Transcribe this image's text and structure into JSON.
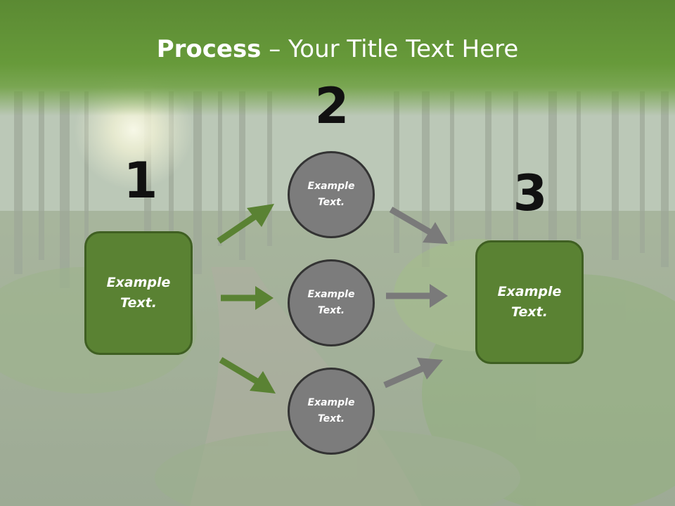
{
  "slide": {
    "title_bold": "Process",
    "title_rest": " – Your Title Text Here"
  },
  "steps": {
    "number_1": "1",
    "number_2": "2",
    "number_3": "3"
  },
  "nodes": {
    "left_box": "Example\nText.",
    "circle_top": "Example\nText.",
    "circle_middle": "Example\nText.",
    "circle_bottom": "Example\nText.",
    "right_box": "Example\nText."
  },
  "colors": {
    "header_green": "#679a3a",
    "box_green": "#5a8233",
    "circle_gray": "#7c7c7c",
    "arrow_green": "#5a8233",
    "arrow_gray": "#7a7a7a"
  }
}
